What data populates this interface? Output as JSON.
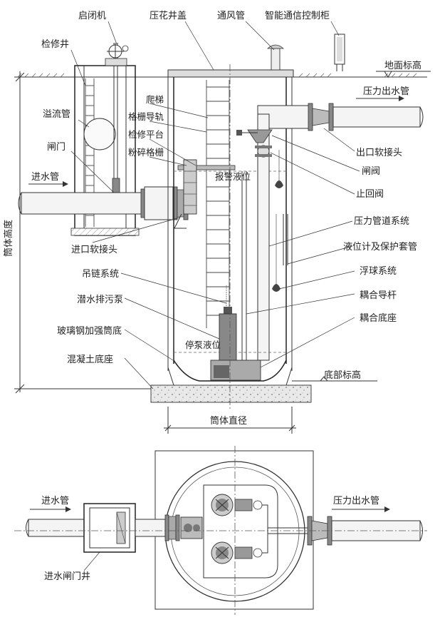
{
  "labels": {
    "qibiji": "启闭机",
    "yahuajinggai": "压花井盖",
    "tongfengguan": "通风管",
    "kongzhigui": "智能通信控制柜",
    "jianxiujing": "检修井",
    "dimianbiaogao": "地面标高",
    "yali_chushuiguan": "压力出水管",
    "yiliuguan": "溢流管",
    "pati": "爬梯",
    "geshandaogui": "格栅导轨",
    "jianxiupingtai": "检修平台",
    "fensuigeshan": "粉碎格栅",
    "zhamen": "闸门",
    "chukouruanjietou": "出口软接头",
    "zhafa": "闸阀",
    "baojingyewei": "报警液位",
    "jinshuiguan": "进水管",
    "zhihuifa": "止回阀",
    "yaliguandaoxitong": "压力管道系统",
    "tongtigaodu": "筒体高度",
    "jinkouruanjietou": "进口软接头",
    "yeweiji": "液位计及保护套管",
    "diaolianxitong": "吊链系统",
    "fuqiuxitong": "浮球系统",
    "qianshuibengpai": "潜水排污泵",
    "ouhedaogan": "耦合导杆",
    "ouhedizuo": "耦合底座",
    "boligang": "玻璃钢加强筒底",
    "tingbengyewei": "停泵液位",
    "hunningtu": "混凝土底座",
    "dibubiaogao": "底部标高",
    "tongtizhijing": "筒体直径",
    "plan_jinshuiguan": "进水管",
    "plan_yalichushuiguan": "压力出水管",
    "jinshuizhamenjing": "进水闸门井"
  }
}
